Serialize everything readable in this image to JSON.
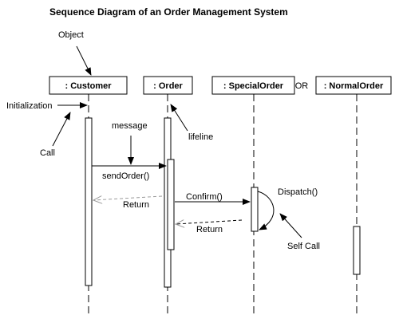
{
  "title": "Sequence Diagram of an Order Management System",
  "objects": {
    "customer": ": Customer",
    "order": ": Order",
    "special_order": ": SpecialOrder",
    "or_label": "OR",
    "normal_order": ": NormalOrder"
  },
  "annotations": {
    "object": "Object",
    "initialization": "Initialization",
    "call": "Call",
    "message": "message",
    "lifeline": "lifeline",
    "self_call": "Self Call"
  },
  "messages": {
    "send_order": "sendOrder()",
    "return_1": "Return",
    "confirm": "Confirm()",
    "return_2": "Return",
    "dispatch": "Dispatch()"
  }
}
